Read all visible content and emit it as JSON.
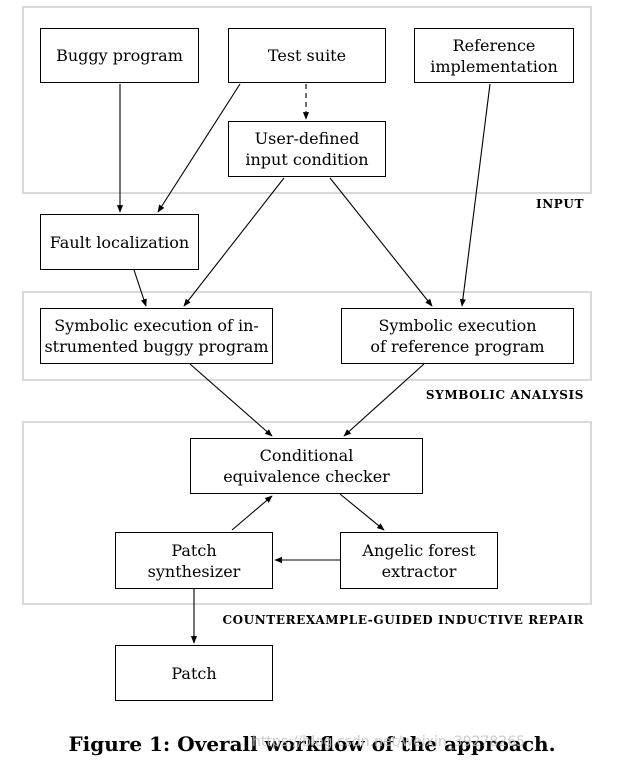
{
  "boxes": {
    "buggy_program": "Buggy program",
    "test_suite": "Test suite",
    "reference_implementation": "Reference\nimplementation",
    "user_defined_input_condition": "User-defined\ninput condition",
    "fault_localization": "Fault localization",
    "symbolic_execution_buggy": "Symbolic execution of in-\nstrumented buggy program",
    "symbolic_execution_reference": "Symbolic execution\nof reference program",
    "conditional_equivalence_checker": "Conditional\nequivalence checker",
    "patch_synthesizer": "Patch\nsynthesizer",
    "angelic_forest_extractor": "Angelic forest\nextractor",
    "patch": "Patch"
  },
  "sections": {
    "input": "INPUT",
    "symbolic_analysis": "SYMBOLIC ANALYSIS",
    "cegir": "COUNTEREXAMPLE-GUIDED INDUCTIVE REPAIR"
  },
  "caption": "Figure 1: Overall workflow of the approach.",
  "watermark": "https://blog.csdn.net/weixin_39278265"
}
